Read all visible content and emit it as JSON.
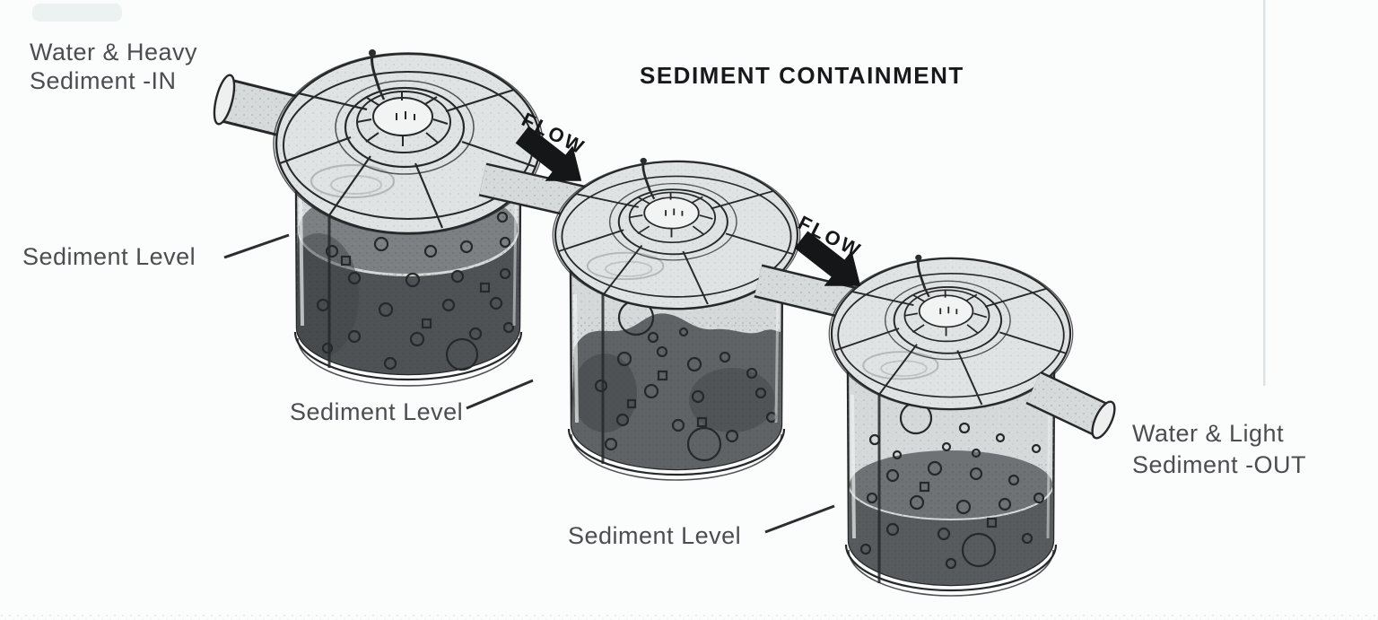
{
  "title": "SEDIMENT CONTAINMENT",
  "labels": {
    "inlet": {
      "line1": "Water & Heavy",
      "line2": "Sediment -IN"
    },
    "outlet": {
      "line1": "Water & Light",
      "line2": "Sediment -OUT"
    },
    "sediment_levels": [
      "Sediment Level",
      "Sediment Level",
      "Sediment Level"
    ],
    "flow": [
      "FLOW",
      "FLOW"
    ]
  },
  "colors": {
    "paper": "#fbfcfc",
    "ink": "#26282a",
    "text": "#4b4e50",
    "title_text": "#17191a",
    "water": "#d5d9d9",
    "lid": "#e0e3e3",
    "pipe": "#d6dada",
    "pipe_cap": "#eef0f0",
    "mound_1": "#7c8082",
    "dark_1": "#4e5254",
    "blob_2": "#5f6365",
    "dark_2": "#44484a",
    "mound_3": "#6e7274",
    "dark_3": "#575b5d",
    "arrow": "#141617",
    "leader": "#2b2d2f"
  }
}
